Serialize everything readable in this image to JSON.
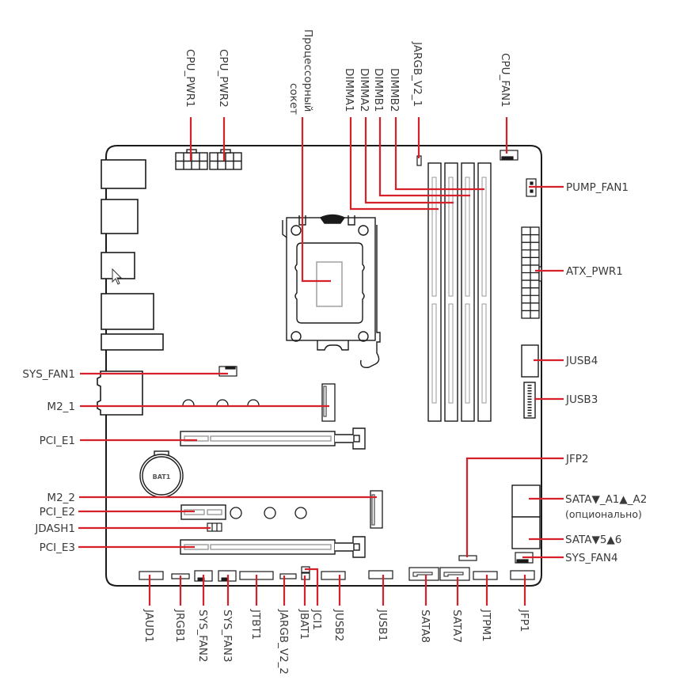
{
  "diagram": {
    "title": "Motherboard connector layout",
    "colors": {
      "leader": "#d6202a",
      "outline": "#1a1a1a",
      "text": "#3a3a3a",
      "slot_inner": "#9a9a9a"
    },
    "top_labels": [
      {
        "id": "cpu_pwr1",
        "text": "CPU_PWR1"
      },
      {
        "id": "cpu_pwr2",
        "text": "CPU_PWR2"
      },
      {
        "id": "cpu_socket_line1",
        "text": "Процессорный"
      },
      {
        "id": "cpu_socket_line2",
        "text": "сокет"
      },
      {
        "id": "dimma1",
        "text": "DIMMA1"
      },
      {
        "id": "dimma2",
        "text": "DIMMA2"
      },
      {
        "id": "dimmb1",
        "text": "DIMMB1"
      },
      {
        "id": "dimmb2",
        "text": "DIMMB2"
      },
      {
        "id": "jargb_v2_1",
        "text": "JARGB_V2_1"
      },
      {
        "id": "cpu_fan1",
        "text": "CPU_FAN1"
      }
    ],
    "right_labels": [
      {
        "id": "pump_fan1",
        "text": "PUMP_FAN1"
      },
      {
        "id": "atx_pwr1",
        "text": "ATX_PWR1"
      },
      {
        "id": "jusb4",
        "text": "JUSB4"
      },
      {
        "id": "jusb3",
        "text": "JUSB3"
      },
      {
        "id": "jfp2",
        "text": "JFP2"
      },
      {
        "id": "sata_a1_a2",
        "text": "SATA▼_A1▲_A2"
      },
      {
        "id": "sata_a1_a2_note",
        "text": "(опционально)"
      },
      {
        "id": "sata5_6",
        "text": "SATA▼5▲6"
      },
      {
        "id": "sys_fan4",
        "text": "SYS_FAN4"
      }
    ],
    "left_labels": [
      {
        "id": "sys_fan1",
        "text": "SYS_FAN1"
      },
      {
        "id": "m2_1",
        "text": "M2_1"
      },
      {
        "id": "pci_e1",
        "text": "PCI_E1"
      },
      {
        "id": "m2_2",
        "text": "M2_2"
      },
      {
        "id": "pci_e2",
        "text": "PCI_E2"
      },
      {
        "id": "jdash1",
        "text": "JDASH1"
      },
      {
        "id": "pci_e3",
        "text": "PCI_E3"
      }
    ],
    "bottom_labels": [
      {
        "id": "jaud1",
        "text": "JAUD1"
      },
      {
        "id": "jrgb1",
        "text": "JRGB1"
      },
      {
        "id": "sys_fan2",
        "text": "SYS_FAN2"
      },
      {
        "id": "sys_fan3",
        "text": "SYS_FAN3"
      },
      {
        "id": "jtbt1",
        "text": "JTBT1"
      },
      {
        "id": "jargb_v2_2",
        "text": "JARGB_V2_2"
      },
      {
        "id": "jbat1",
        "text": "JBAT1"
      },
      {
        "id": "jci1",
        "text": "JCI1"
      },
      {
        "id": "jusb2",
        "text": "JUSB2"
      },
      {
        "id": "jusb1",
        "text": "JUSB1"
      },
      {
        "id": "sata8",
        "text": "SATA8"
      },
      {
        "id": "sata7",
        "text": "SATA7"
      },
      {
        "id": "jtpm1",
        "text": "JTPM1"
      },
      {
        "id": "jfp1",
        "text": "JFP1"
      }
    ],
    "battery_label": "BAT1"
  }
}
